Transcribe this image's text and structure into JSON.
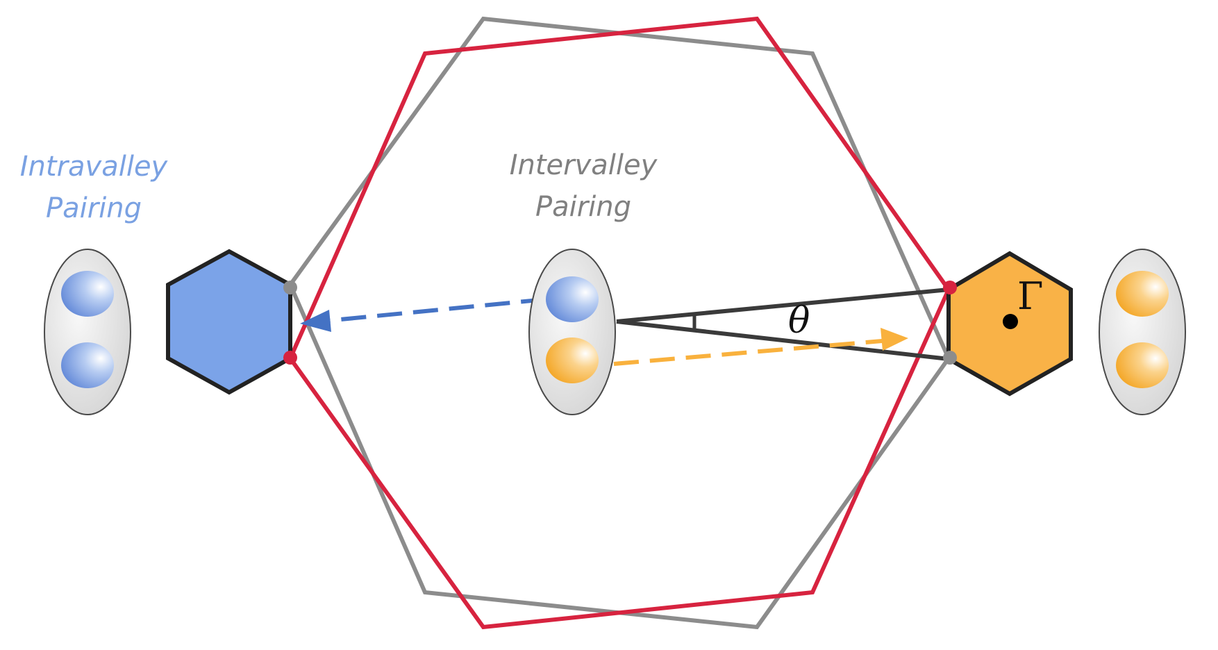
{
  "labels": {
    "intravalley_line1": "Intravalley",
    "intravalley_line2": "Pairing",
    "intervalley_line1": "Intervalley",
    "intervalley_line2": "Pairing",
    "theta": "θ",
    "gamma": "Γ"
  },
  "colors": {
    "intravalley_text": "#7aa1e2",
    "intervalley_text": "#808080",
    "blue_valley": "#7ba3e8",
    "blue_arrow": "#4472c4",
    "orange_valley": "#f9b247",
    "orange_arrow": "#f9b13d",
    "bz_gray": "#8c8c8c",
    "bz_red": "#d7233f",
    "outline_dark": "#222222",
    "pair_shell": "#e6e6e6"
  },
  "icons": {
    "blue_orbital": "blue-electron-blob",
    "orange_orbital": "orange-electron-blob"
  }
}
